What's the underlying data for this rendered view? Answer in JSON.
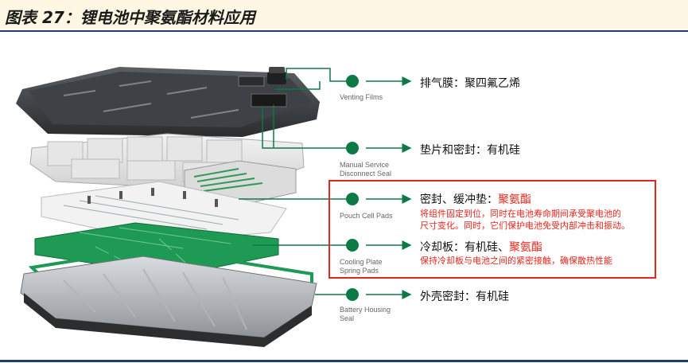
{
  "title": "图表 27：锂电池中聚氨酯材料应用",
  "colors": {
    "accent_green": "#0b7a44",
    "highlight_red": "#e8261c",
    "title_bg": "#fdf7e3",
    "rule_blue": "#1f3a6d"
  },
  "components": [
    {
      "label_en": "Venting Films",
      "cn_main": "排气膜：聚四氟乙烯",
      "cn_red": "",
      "desc": []
    },
    {
      "label_en": [
        "Manual Service",
        "Disconnect Seal"
      ],
      "cn_main": "垫片和密封：有机硅",
      "cn_red": "",
      "desc": []
    },
    {
      "label_en": "Pouch Cell Pads",
      "cn_main": "密封、缓冲垫：",
      "cn_red": "聚氨酯",
      "desc": [
        "将组件固定到位，同时在电池寿命期间承受聚电池的",
        "尺寸变化。同时，它们保护电池免受内部冲击和振动。"
      ]
    },
    {
      "label_en": [
        "Cooling Plate",
        "Spring Pads"
      ],
      "cn_main": "冷却板：有机硅、",
      "cn_red": "聚氨酯",
      "desc": [
        "保持冷却板与电池之间的紧密接触，确保散热性能"
      ]
    },
    {
      "label_en": [
        "Battery Housing",
        "Seal"
      ],
      "cn_main": "外壳密封：有机硅",
      "cn_red": "",
      "desc": []
    }
  ]
}
